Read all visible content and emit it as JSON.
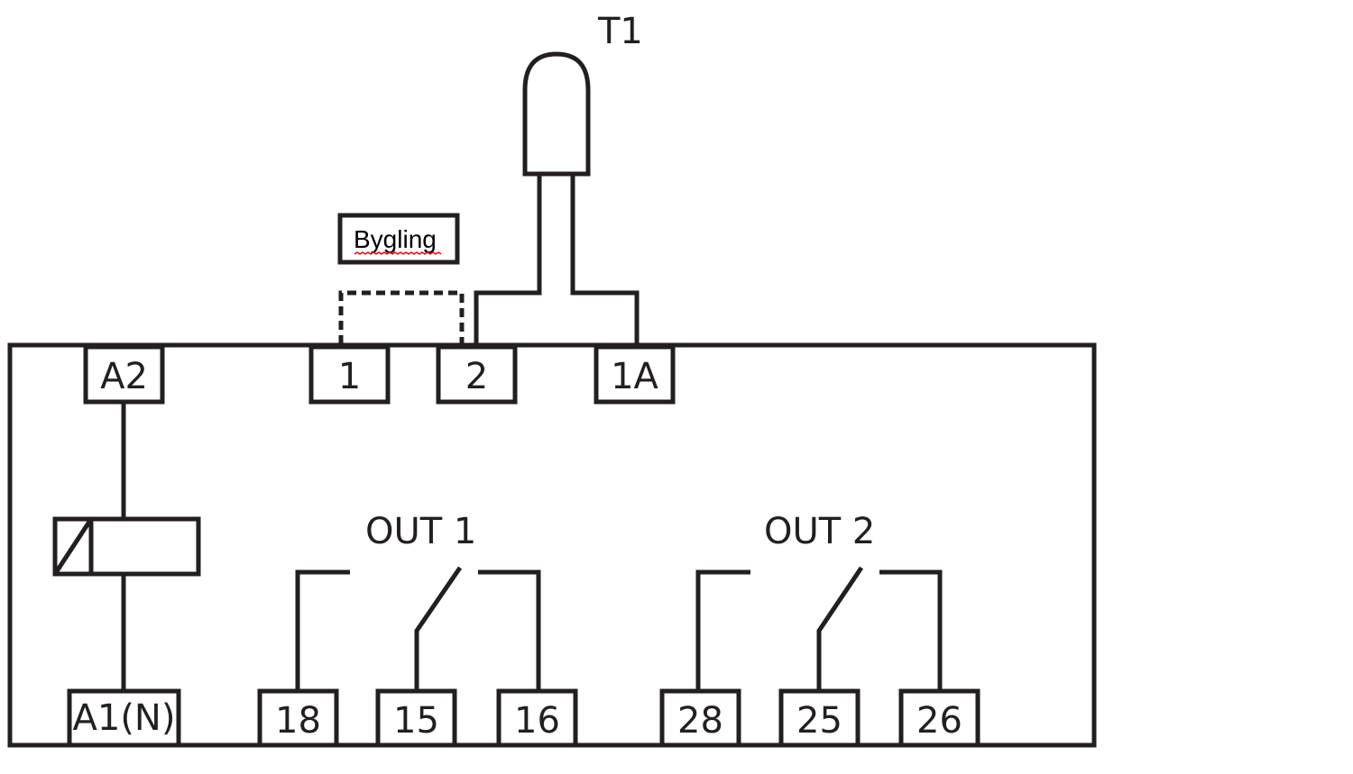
{
  "sensor": {
    "label": "T1"
  },
  "jumper": {
    "label": "Bygling"
  },
  "terminals_top": {
    "a2": "A2",
    "t1": "1",
    "t2": "2",
    "t1a": "1A"
  },
  "terminals_bottom": {
    "a1n": "A1(N)",
    "t18": "18",
    "t15": "15",
    "t16": "16",
    "t28": "28",
    "t25": "25",
    "t26": "26"
  },
  "outputs": {
    "out1": "OUT 1",
    "out2": "OUT 2"
  },
  "colors": {
    "stroke": "#231f20",
    "background": "#ffffff",
    "spellcheck_underline": "#ff0000"
  }
}
